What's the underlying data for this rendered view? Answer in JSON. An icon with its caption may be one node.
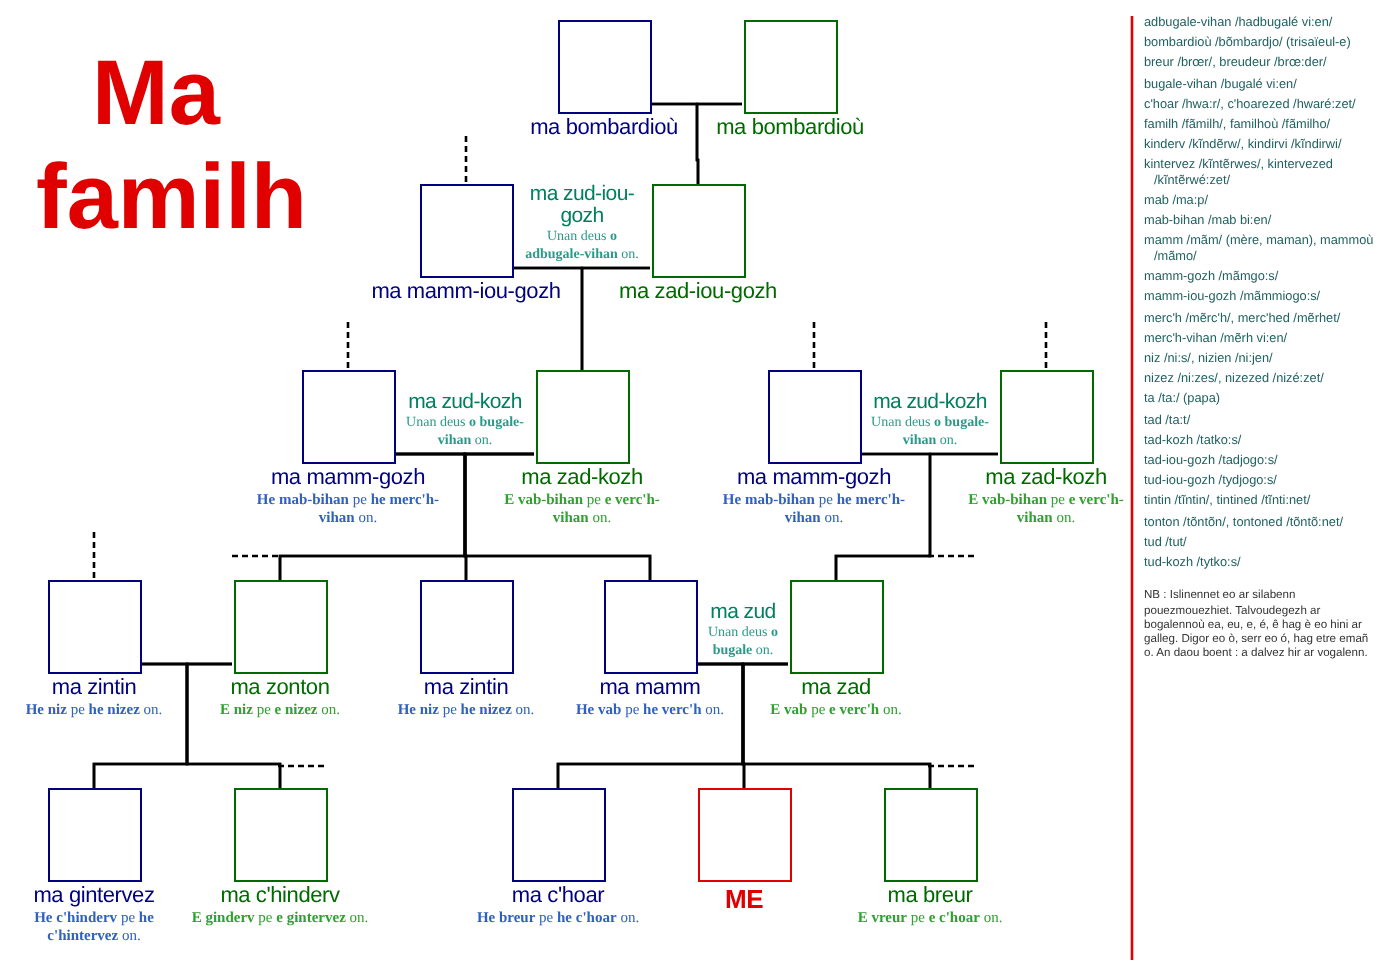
{
  "diagram": {
    "title": "Ma familh",
    "nodes": [
      {
        "text": [
          "ma bombardioù"
        ]
      },
      {
        "text": [
          "ma bombardioù"
        ]
      },
      {
        "text": [
          "ma mamm-iou-gozh"
        ]
      },
      {
        "text": [
          "ma zad-iou-gozh"
        ]
      },
      {
        "text": [
          "ma mamm-gozh",
          "**He mab-bihan** pe **he merc'h-vihan** on."
        ]
      },
      {
        "text": [
          "ma zad-kozh",
          "**E vab-bihan** pe **e verc'h-vihan** on."
        ]
      },
      {
        "text": [
          "ma mamm-gozh",
          "**He mab-bihan** pe **he merc'h-vihan** on."
        ]
      },
      {
        "text": [
          "ma zad-kozh",
          "**E vab-bihan** pe **e verc'h-vihan** on."
        ]
      },
      {
        "text": [
          "ma zintin",
          "**He niz** pe **he nizez** on."
        ]
      },
      {
        "text": [
          "ma zonton",
          "**E niz** pe **e nizez** on."
        ]
      },
      {
        "text": [
          "ma zintin",
          "**He niz** pe **he nizez** on."
        ]
      },
      {
        "text": [
          "ma mamm",
          "**He vab** pe **he verc'h** on."
        ]
      },
      {
        "text": [
          "ma zad",
          "**E vab** pe **e verc'h** on."
        ]
      },
      {
        "text": [
          "ma gintervez",
          "**He c'hinderv** pe **he c'hintervez** on."
        ]
      },
      {
        "text": [
          "ma c'hinderv",
          "**E ginderv** pe **e gintervez** on."
        ]
      },
      {
        "text": [
          "ma c'hoar",
          "**He breur** pe **he c'hoar** on."
        ]
      },
      {
        "text": [
          "ME"
        ]
      },
      {
        "text": [
          "ma breur",
          "**E vreur** pe **e c'hoar** on."
        ]
      }
    ],
    "edges": [
      {
        "from": 0,
        "to": 1,
        "arrow": "none"
      },
      {
        "from": 0,
        "to": 3,
        "arrow": "none"
      },
      {
        "from": 1,
        "to": 3,
        "arrow": "none"
      },
      {
        "from": null,
        "to": 2,
        "arrow": "none",
        "style": "dashed"
      },
      {
        "from": 2,
        "to": 3,
        "arrow": "none",
        "label": "ma zud-iou-gozh"
      },
      {
        "from": 2,
        "to": 5,
        "arrow": "none"
      },
      {
        "from": 3,
        "to": 5,
        "arrow": "none"
      },
      {
        "from": null,
        "to": 4,
        "arrow": "none",
        "style": "dashed"
      },
      {
        "from": null,
        "to": 6,
        "arrow": "none",
        "style": "dashed"
      },
      {
        "from": null,
        "to": 7,
        "arrow": "none",
        "style": "dashed"
      },
      {
        "from": 4,
        "to": 5,
        "arrow": "none",
        "label": "ma zud-kozh"
      },
      {
        "from": 4,
        "to": 9,
        "arrow": "none"
      },
      {
        "from": 4,
        "to": 10,
        "arrow": "none"
      },
      {
        "from": 4,
        "to": 11,
        "arrow": "none"
      },
      {
        "from": 5,
        "to": 9,
        "arrow": "none"
      },
      {
        "from": 5,
        "to": 10,
        "arrow": "none"
      },
      {
        "from": 5,
        "to": 11,
        "arrow": "none"
      },
      {
        "from": 6,
        "to": 7,
        "arrow": "none",
        "label": "ma zud-kozh"
      },
      {
        "from": 6,
        "to": 12,
        "arrow": "none"
      },
      {
        "from": 7,
        "to": 12,
        "arrow": "none"
      },
      {
        "from": null,
        "to": 8,
        "arrow": "none",
        "style": "dashed"
      },
      {
        "from": 8,
        "to": 9,
        "arrow": "none"
      },
      {
        "from": 8,
        "to": 13,
        "arrow": "none"
      },
      {
        "from": 8,
        "to": 14,
        "arrow": "none"
      },
      {
        "from": 9,
        "to": 13,
        "arrow": "none"
      },
      {
        "from": 9,
        "to": 14,
        "arrow": "none"
      },
      {
        "from": 11,
        "to": 12,
        "arrow": "none",
        "label": "ma zud"
      },
      {
        "from": 11,
        "to": 15,
        "arrow": "none"
      },
      {
        "from": 11,
        "to": 16,
        "arrow": "none"
      },
      {
        "from": 11,
        "to": 17,
        "arrow": "none"
      },
      {
        "from": 12,
        "to": 15,
        "arrow": "none"
      },
      {
        "from": 12,
        "to": 16,
        "arrow": "none"
      },
      {
        "from": 12,
        "to": 17,
        "arrow": "none"
      }
    ],
    "labels": [
      "Unan deus **o adbugale-vihan** on.",
      "Unan deus **o bugale-vihan** on.",
      "Unan deus **o bugale-vihan** on.",
      "Unan deus **o bugale** on.",
      "adbugale-vihan /hadbugalé vi:en/",
      "bombardioù /bõmbardjo/ (trisaïeul-e)",
      "breur /brœr/, breudeur /brœ:der/",
      "bugale-vihan /bugalé vi:en/",
      "c'hoar /hwa:r/, c'hoarezed /hwaré:zet/",
      "familh /fãmilh/, familhoù /fãmilho/",
      "kinderv /kĩndẽrw/, kindirvi /kĩndirwi/",
      "kintervez /kĩntẽrwes/, kintervezed /kĩntẽrwé:zet/",
      "mab /ma:p/",
      "mab-bihan /mab bi:en/",
      "mamm /mãm/ (mère, maman), mammoù /mãmo/",
      "mamm-gozh /mãmgo:s/",
      "mamm-iou-gozh /mãmmiogo:s/",
      "merc'h /mẽrc'h/, merc'hed /mẽrhet/",
      "merc'h-vihan /mẽrh vi:en/",
      "niz /ni:s/, nizien /ni:jen/",
      "nizez /ni:zes/, nizezed /nizé:zet/",
      "ta /ta:/ (papa)",
      "tad /ta:t/",
      "tad-kozh /tatko:s/",
      "tad-iou-gozh /tadjogo:s/",
      "tud-iou-gozh /tydjogo:s/",
      "tintin /tĩntin/, tintined /tĩnti:net/",
      "tonton /tõntõn/, tontoned /tõntõ:net/",
      "tud /tut/",
      "tud-kozh /tytko:s/",
      "NB : Islinennet eo ar silabenn pouezmouezhiet. Talvoudegezh ar bogalennoù ea, eu, e, é, ê hag è eo hini ar galleg. Digor eo ò, serr eo ó, hag etre emañ o. An daou boent : a dalvez hir ar vogalenn."
    ]
  }
}
